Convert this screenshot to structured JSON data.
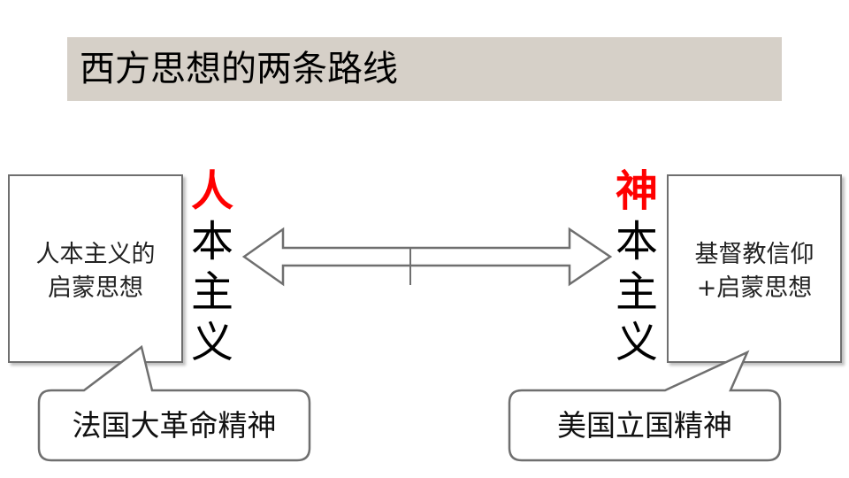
{
  "title": "西方思想的两条路线",
  "left": {
    "box_lines": [
      "人本主义的",
      "启蒙思想"
    ],
    "vertical_highlight": "人",
    "vertical_rest": [
      "本",
      "主",
      "义"
    ],
    "callout": "法国大革命精神"
  },
  "right": {
    "box_lines": [
      "基督教信仰",
      "+启蒙思想"
    ],
    "vertical_highlight": "神",
    "vertical_rest": [
      "本",
      "主",
      "义"
    ],
    "callout": "美国立国精神"
  },
  "colors": {
    "title_bg": "#d6d0c8",
    "highlight": "#ff0000",
    "outline": "#6f6f6f"
  }
}
